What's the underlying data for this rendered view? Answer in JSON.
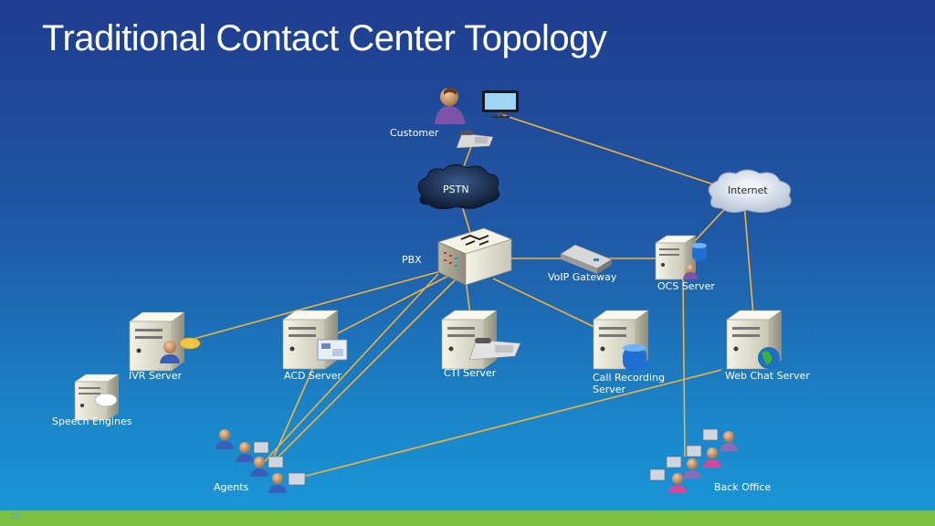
{
  "slide": {
    "title": "Traditional Contact Center Topology",
    "page_number": "25"
  },
  "nodes": {
    "customer": "Customer",
    "pstn": "PSTN",
    "internet": "Internet",
    "pbx": "PBX",
    "voip_gateway": "VoIP Gateway",
    "ocs_server": "OCS Server",
    "ivr_server": "IVR Server",
    "acd_server": "ACD Server",
    "cti_server": "CTI Server",
    "call_recording_server": "Call Recording Server",
    "web_chat_server": "Web Chat Server",
    "speech_engines": "Speech Engines",
    "agents": "Agents",
    "back_office": "Back Office"
  },
  "colors": {
    "link_line": "#f0b43a",
    "server_body": "#e8e6d6",
    "footer_bar": "#7cc242"
  }
}
